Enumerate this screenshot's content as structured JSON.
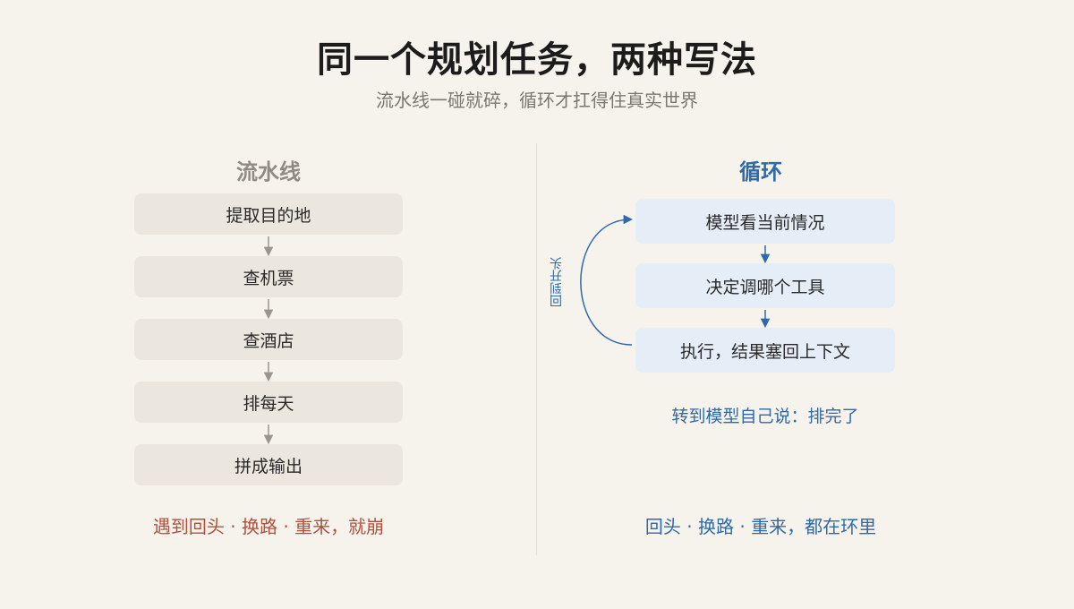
{
  "title": "同一个规划任务，两种写法",
  "subtitle": "流水线一碰就碎，循环才扛得住真实世界",
  "pipeline": {
    "heading": "流水线",
    "steps": [
      "提取目的地",
      "查机票",
      "查酒店",
      "排每天",
      "拼成输出"
    ],
    "footer": "遇到回头 · 换路 · 重来，就崩"
  },
  "loop": {
    "heading": "循环",
    "steps": [
      "模型看当前情况",
      "决定调哪个工具",
      "执行，结果塞回上下文"
    ],
    "back_label": "回到开头",
    "exit_note": "转到模型自己说：排完了",
    "footer": "回头 · 换路 · 重来，都在环里"
  },
  "colors": {
    "pipeline_accent": "#b0513f",
    "loop_accent": "#2f6aa8",
    "pipeline_box": "#ebe7de",
    "loop_box": "#e5edf6"
  }
}
